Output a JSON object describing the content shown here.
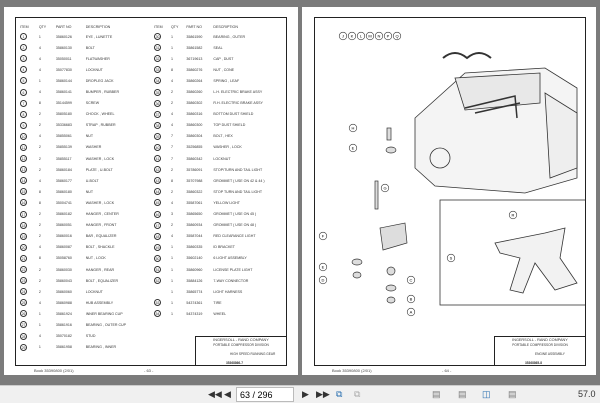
{
  "headers": {
    "item": "ITEM",
    "qty": "QTY",
    "part": "PART NO",
    "desc": "DESCRIPTION"
  },
  "left_rows": [
    [
      "1",
      "1",
      "35860126",
      "EYE , LUNETTE"
    ],
    [
      "2",
      "4",
      "35860130",
      "BOLT"
    ],
    [
      "3",
      "4",
      "35050011",
      "FLATWASHER"
    ],
    [
      "4",
      "4",
      "35077830",
      "LOCKNUT"
    ],
    [
      "5",
      "1",
      "35860144",
      "DROPLEG JACK"
    ],
    [
      "6",
      "4",
      "35860141",
      "BUMPER , RUBBER"
    ],
    [
      "7",
      "8",
      "35144599",
      "SCREW"
    ],
    [
      "8",
      "2",
      "35805180",
      "CHOCK , WHEEL"
    ],
    [
      "9",
      "2",
      "35336683",
      "STRAP , RUBBER"
    ],
    [
      "10",
      "4",
      "35855061",
      "NUT"
    ],
    [
      "11",
      "2",
      "35855139",
      "WASHER"
    ],
    [
      "12",
      "2",
      "35855117",
      "WASHER , LOCK"
    ],
    [
      "13",
      "2",
      "35860184",
      "PLATE , U-BOLT"
    ],
    [
      "14",
      "4",
      "35860177",
      "U-BOLT"
    ],
    [
      "15",
      "8",
      "35860180",
      "NUT"
    ],
    [
      "16",
      "8",
      "35004741",
      "WASHER , LOCK"
    ],
    [
      "17",
      "2",
      "35860182",
      "HANGER , CENTER"
    ],
    [
      "18",
      "2",
      "35860051",
      "HANGER , FRONT"
    ],
    [
      "19",
      "2",
      "35860016",
      "BAR , EQUALIZER"
    ],
    [
      "20",
      "4",
      "35860087",
      "BOLT , SHACKLE"
    ],
    [
      "21",
      "8",
      "35058760",
      "NUT , LOCK"
    ],
    [
      "22",
      "2",
      "35860030",
      "HANGER , REAR"
    ],
    [
      "23",
      "2",
      "35860043",
      "BOLT , EQUALIZER"
    ],
    [
      "24",
      "2",
      "35860060",
      "LOCKNUT"
    ],
    [
      "25",
      "4",
      "35860988",
      "HUB ASSEMBLY"
    ],
    [
      "26",
      "1",
      "35861924",
      "INNER BEARING CUP"
    ],
    [
      "27",
      "1",
      "35861916",
      "BEARING , OUTER CUP"
    ],
    [
      "28",
      "4",
      "35070182",
      "STUD"
    ],
    [
      "29",
      "1",
      "35861958",
      "BEARING , INNER"
    ]
  ],
  "right_rows": [
    [
      "30",
      "1",
      "35861590",
      "BEARING , OUTER"
    ],
    [
      "31",
      "1",
      "35861582",
      "SEAL"
    ],
    [
      "32",
      "1",
      "36719613",
      "CAP , DUST"
    ],
    [
      "33",
      "8",
      "35860276",
      "NUT , CONE"
    ],
    [
      "34",
      "4",
      "35860264",
      "SPRING , LEAF"
    ],
    [
      "35",
      "2",
      "35860260",
      "L.H. ELECTRIC BRAKE ASSY"
    ],
    [
      "36",
      "2",
      "35860302",
      "R.H. ELECTRIC BRAKE ASSY"
    ],
    [
      "37",
      "4",
      "35860316",
      "BOTTOM DUST SHIELD"
    ],
    [
      "38",
      "4",
      "35860300",
      "TOP DUST SHIELD"
    ],
    [
      "39",
      "7",
      "35860304",
      "BOLT , HEX"
    ],
    [
      "40",
      "7",
      "35256855",
      "WASHER , LOCK"
    ],
    [
      "41",
      "7",
      "35860342",
      "LOCKNUT"
    ],
    [
      "42",
      "2",
      "35786091",
      "STOP/TURN AND TAIL LIGHT"
    ],
    [
      "43",
      "8",
      "35707988",
      "GROMMET ( USE ON 42 & 44 )"
    ],
    [
      "44",
      "2",
      "35860322",
      "STOP TURN AND TAIL LIGHT"
    ],
    [
      "45",
      "4",
      "35587061",
      "YELLOW LIGHT"
    ],
    [
      "46",
      "3",
      "35865650",
      "GROMMET ( USE ON 45 )"
    ],
    [
      "47",
      "2",
      "35860934",
      "GROMMET ( USE ON 48 )"
    ],
    [
      "48",
      "4",
      "35587044",
      "RED CLEARANCE LIGHT"
    ],
    [
      "49",
      "1",
      "35860335",
      "ID BRACKET"
    ],
    [
      "50",
      "1",
      "35602140",
      "6 LIGHT ASSEMBLY"
    ],
    [
      "51",
      "1",
      "35860960",
      "LICENSE PLATE LIGHT"
    ],
    [
      "52",
      "1",
      "35884126",
      "7-WAY CONNECTOR"
    ],
    [
      "",
      "1",
      "35865774",
      "LIGHT HARNESS"
    ],
    [
      "53",
      "1",
      "54374361",
      "TIRE"
    ],
    [
      "54",
      "1",
      "54374319",
      "WHEEL"
    ]
  ],
  "page63": {
    "company": "INGERSOLL - RAND COMPANY",
    "division": "PORTABLE COMPRESSOR DIVISION",
    "description": "HIGH SPEED RUNNING GEAR",
    "drawing_no": "35368866-7",
    "book": "Book 35390800 (2/01)",
    "page_label": "- 63 -"
  },
  "page64": {
    "company": "INGERSOLL - RAND COMPANY",
    "division": "PORTABLE COMPRESSOR DIVISION",
    "description": "ENGINE ASSEMBLY",
    "drawing_no": "35368865-8",
    "book": "Book 35390800 (2/01)",
    "page_label": "- 64 -"
  },
  "diagram_labels": {
    "top": [
      "J",
      "K",
      "L",
      "M",
      "N",
      "P",
      "Q"
    ],
    "parts": [
      "H",
      "E",
      "G",
      "F",
      "E",
      "D",
      "C",
      "B",
      "A",
      "R",
      "S"
    ]
  },
  "toolbar": {
    "page_input": "63 / 296",
    "zoom": "57.0"
  }
}
